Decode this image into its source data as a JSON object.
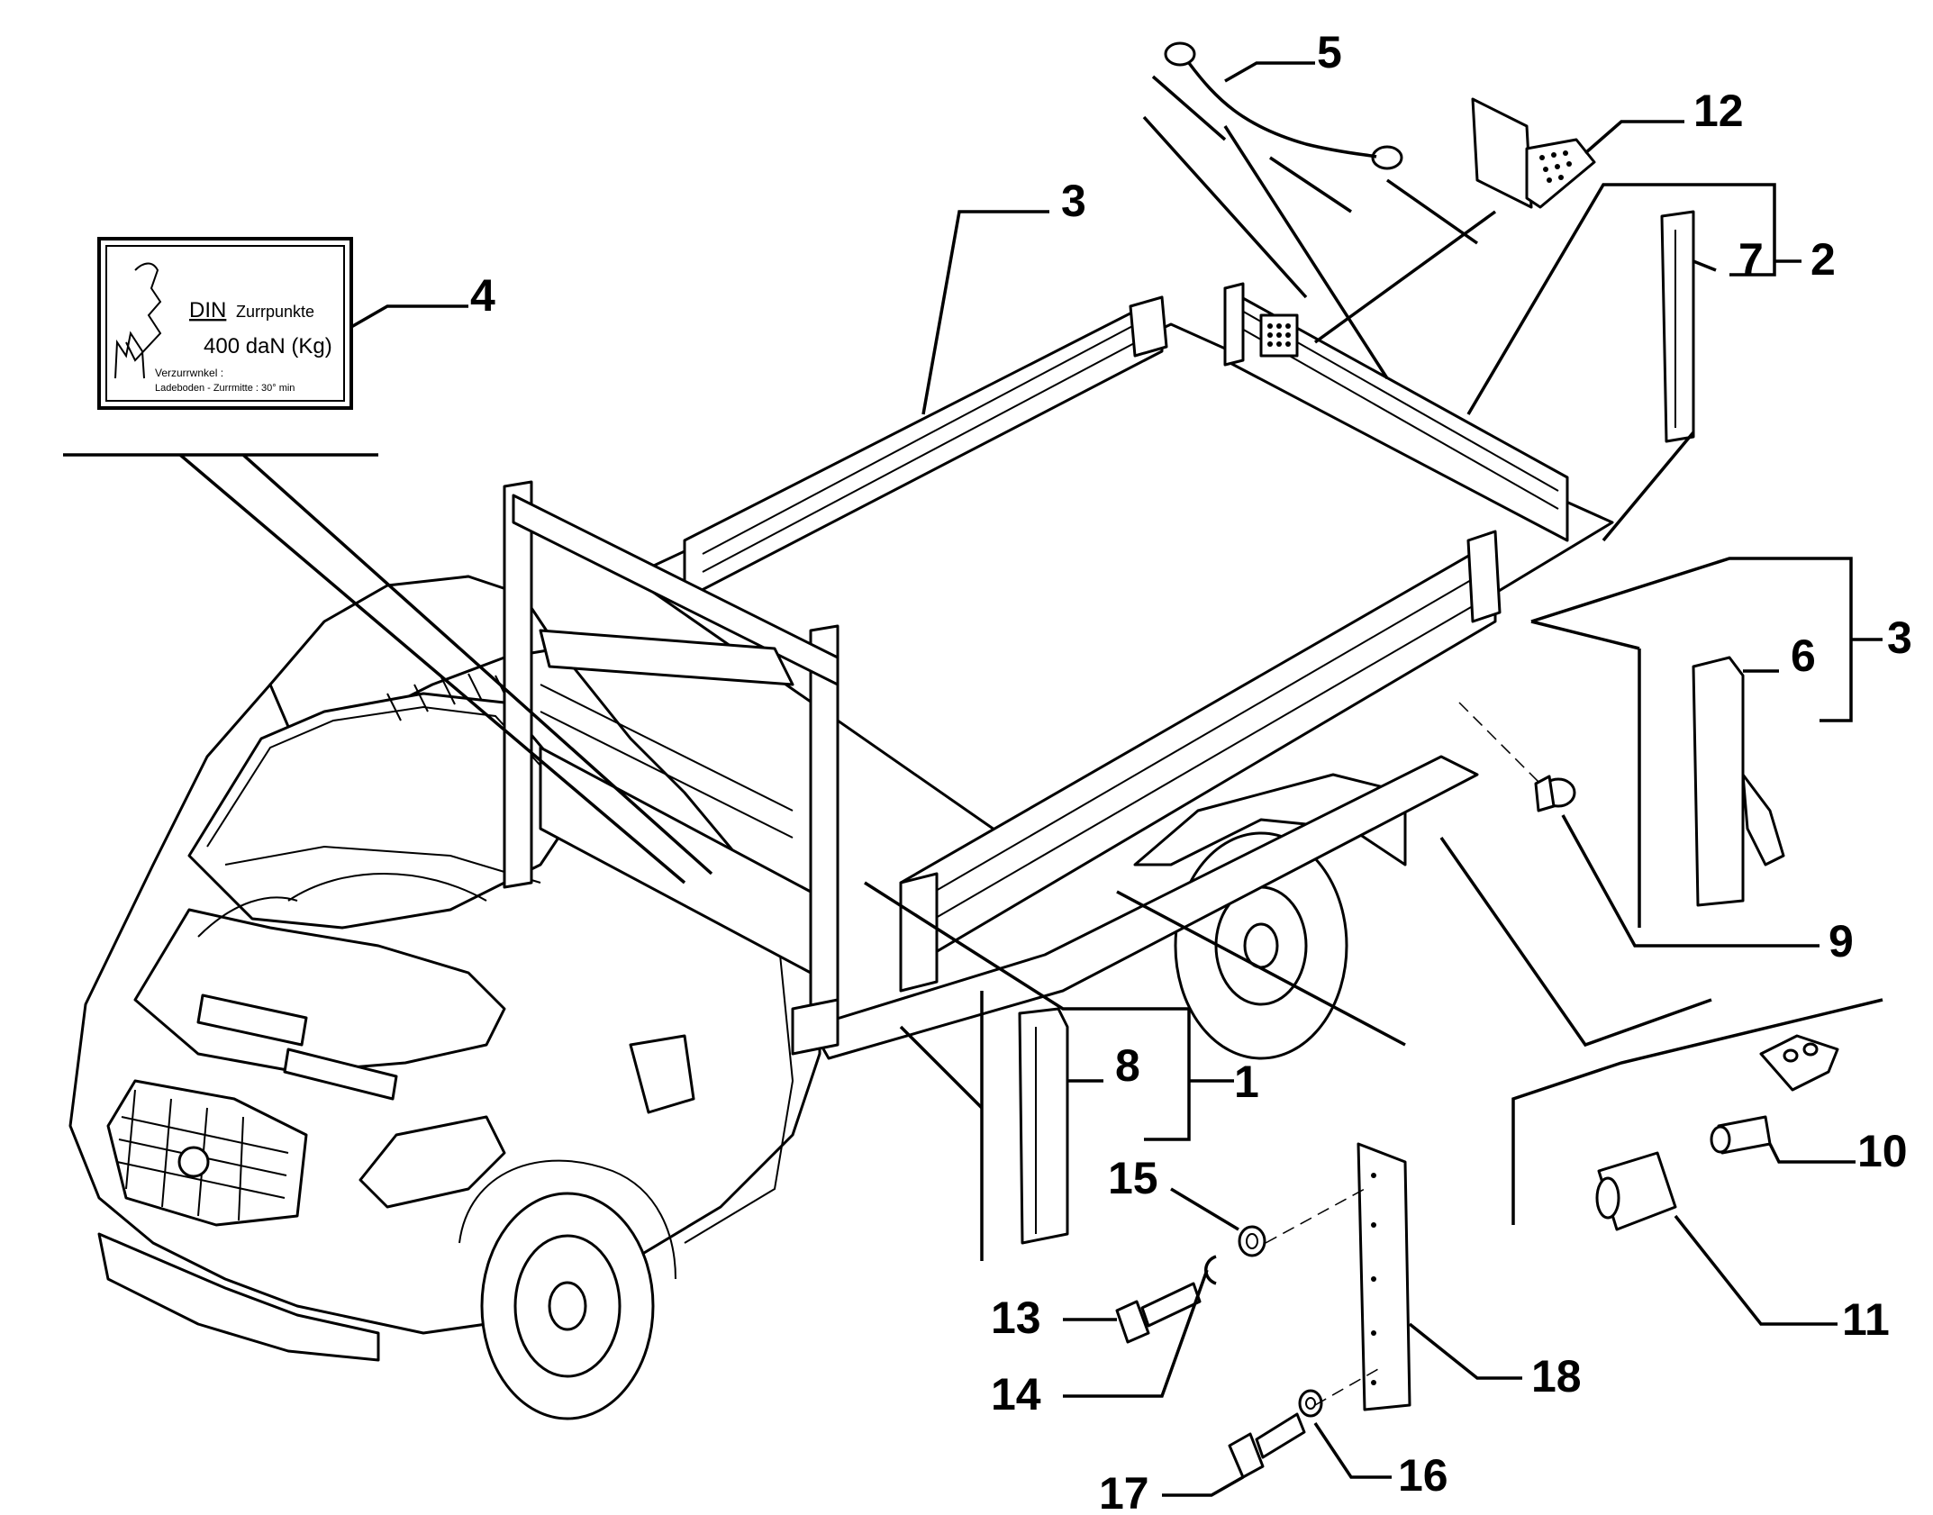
{
  "label_plate": {
    "din": "DIN",
    "zurr": "Zurrpunkte",
    "load": "400 daN (Kg)",
    "angle_title": "Verzurrwnkel :",
    "angle_text": "Ladeboden  - Zurrmitte : 30° min"
  },
  "callouts": {
    "c1": "1",
    "c2": "2",
    "c3a": "3",
    "c3b": "3",
    "c4": "4",
    "c5": "5",
    "c6": "6",
    "c7": "7",
    "c8": "8",
    "c9": "9",
    "c10": "10",
    "c11": "11",
    "c12": "12",
    "c13": "13",
    "c14": "14",
    "c15": "15",
    "c16": "16",
    "c17": "17",
    "c18": "18"
  }
}
